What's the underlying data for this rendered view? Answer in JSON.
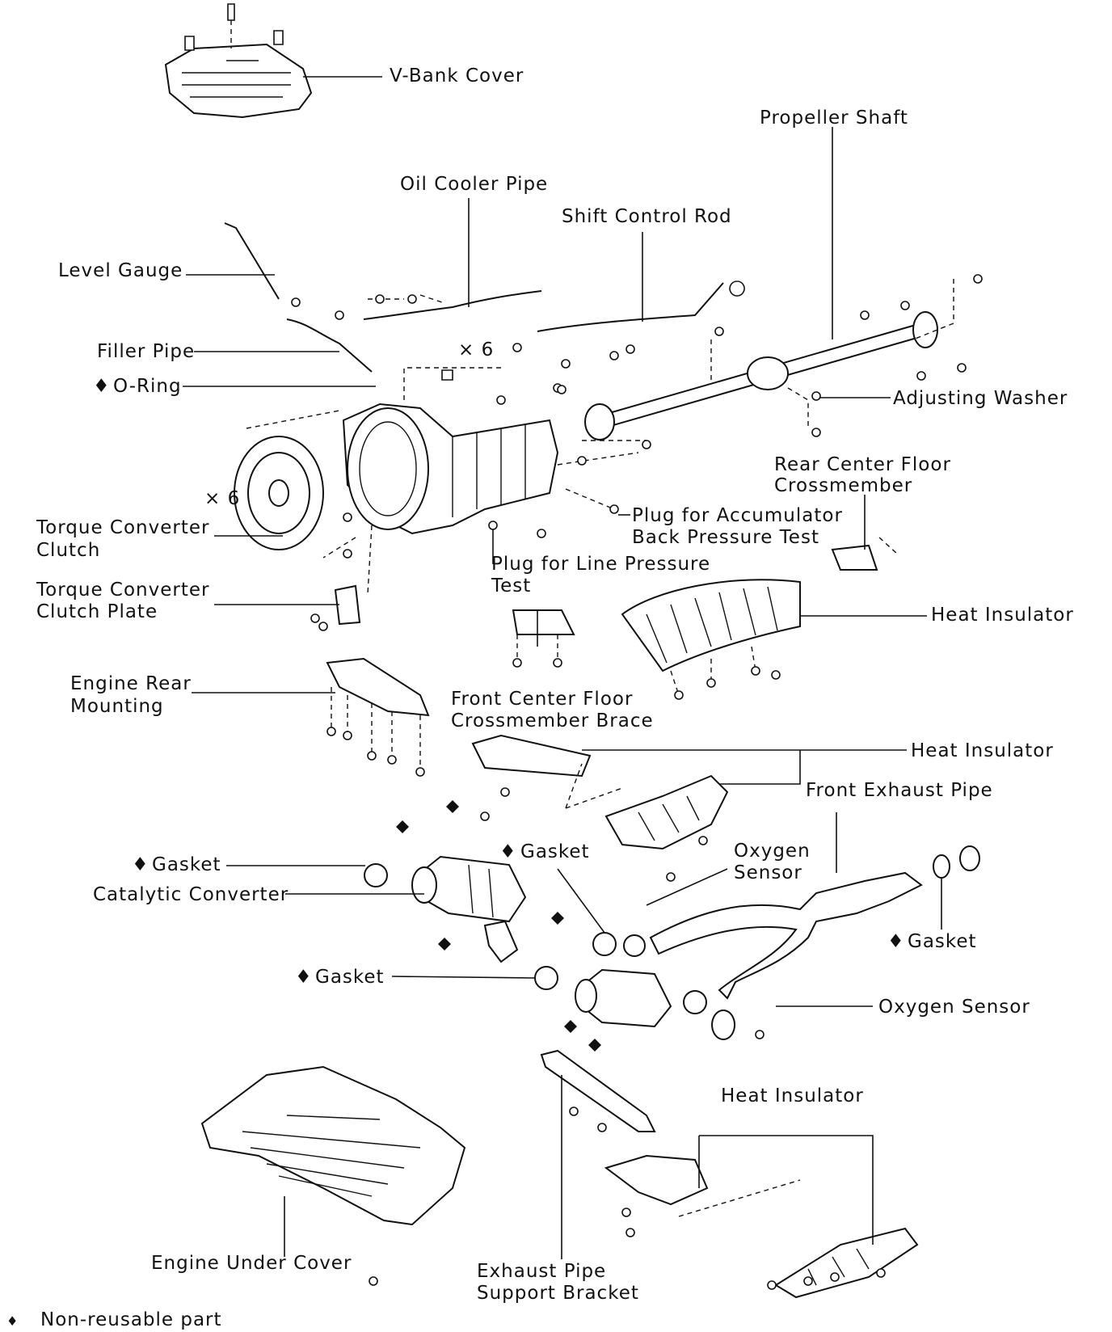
{
  "labels": {
    "v_bank_cover": "V-Bank Cover",
    "propeller_shaft": "Propeller Shaft",
    "oil_cooler_pipe": "Oil Cooler Pipe",
    "shift_control_rod": "Shift Control Rod",
    "level_gauge": "Level Gauge",
    "filler_pipe": "Filler Pipe",
    "o_ring": "O-Ring",
    "x6_top": "× 6",
    "adjusting_washer": "Adjusting Washer",
    "rear_center_floor_1": "Rear Center Floor",
    "rear_center_floor_2": "Crossmember",
    "x6_left": "× 6",
    "torque_converter_clutch_1": "Torque Converter",
    "torque_converter_clutch_2": "Clutch",
    "plug_accumulator_1": "Plug for Accumulator",
    "plug_accumulator_2": "Back Pressure Test",
    "plug_line_pressure_1": "Plug for Line Pressure",
    "plug_line_pressure_2": "Test",
    "tcc_plate_1": "Torque Converter",
    "tcc_plate_2": "Clutch Plate",
    "heat_insulator_1": "Heat Insulator",
    "engine_rear_mounting_1": "Engine Rear",
    "engine_rear_mounting_2": "Mounting",
    "front_center_floor_1": "Front Center Floor",
    "front_center_floor_2": "Crossmember Brace",
    "heat_insulator_2": "Heat Insulator",
    "front_exhaust_pipe": "Front Exhaust Pipe",
    "gasket_left": "Gasket",
    "gasket_mid": "Gasket",
    "oxygen_sensor_1a": "Oxygen",
    "oxygen_sensor_1b": "Sensor",
    "catalytic_converter": "Catalytic Converter",
    "gasket_right": "Gasket",
    "gasket_lower": "Gasket",
    "oxygen_sensor_2": "Oxygen Sensor",
    "heat_insulator_3": "Heat Insulator",
    "engine_under_cover": "Engine Under Cover",
    "exhaust_support_1": "Exhaust Pipe",
    "exhaust_support_2": "Support Bracket",
    "legend_symbol": "♦",
    "legend_text": "Non-reusable part"
  }
}
